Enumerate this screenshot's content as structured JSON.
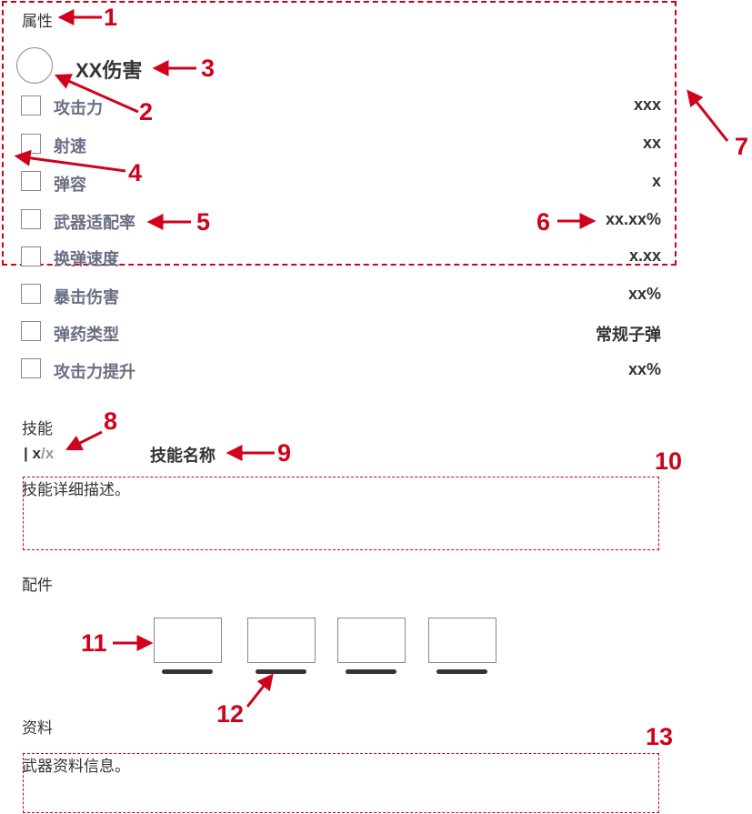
{
  "attributes": {
    "title": "属性",
    "damage_label": "XX伤害",
    "rows": [
      {
        "label": "攻击力",
        "value": "xxx"
      },
      {
        "label": "射速",
        "value": "xx"
      },
      {
        "label": "弹容",
        "value": "x"
      },
      {
        "label": "武器适配率",
        "value": "xx.xx%"
      },
      {
        "label": "换弹速度",
        "value": "x.xx"
      },
      {
        "label": "暴击伤害",
        "value": "xx%"
      },
      {
        "label": "弹药类型",
        "value": "常规子弹"
      },
      {
        "label": "攻击力提升",
        "value": "xx%"
      }
    ]
  },
  "skills": {
    "title": "技能",
    "pager_current": "x",
    "pager_sep": "/",
    "pager_total": "x",
    "skill_name": "技能名称",
    "description": "技能详细描述。"
  },
  "parts": {
    "title": "配件"
  },
  "info": {
    "title": "资料",
    "description": "武器资料信息。"
  },
  "annotations": {
    "n1": "1",
    "n2": "2",
    "n3": "3",
    "n4": "4",
    "n5": "5",
    "n6": "6",
    "n7": "7",
    "n8": "8",
    "n9": "9",
    "n10": "10",
    "n11": "11",
    "n12": "12",
    "n13": "13"
  },
  "colors": {
    "annotation_red": "#d0021b",
    "label_gray_blue": "#6a6f85"
  }
}
